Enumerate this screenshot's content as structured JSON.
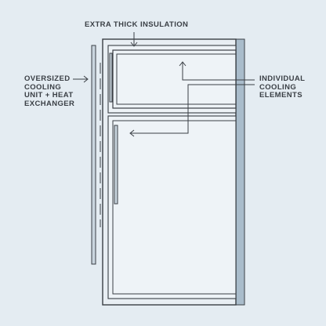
{
  "labels": {
    "insulation": "EXTRA THICK INSULATION",
    "cooling_unit": "OVERSIZED\nCOOLING\nUNIT + HEAT\nEXCHANGER",
    "cooling_elements": "INDIVIDUAL\nCOOLING\nELEMENTS"
  },
  "colors": {
    "background": "#e4ecf2",
    "line": "#3a3f45",
    "panel_fill": "#edf2f6",
    "side_panel": "#a9bccb"
  }
}
